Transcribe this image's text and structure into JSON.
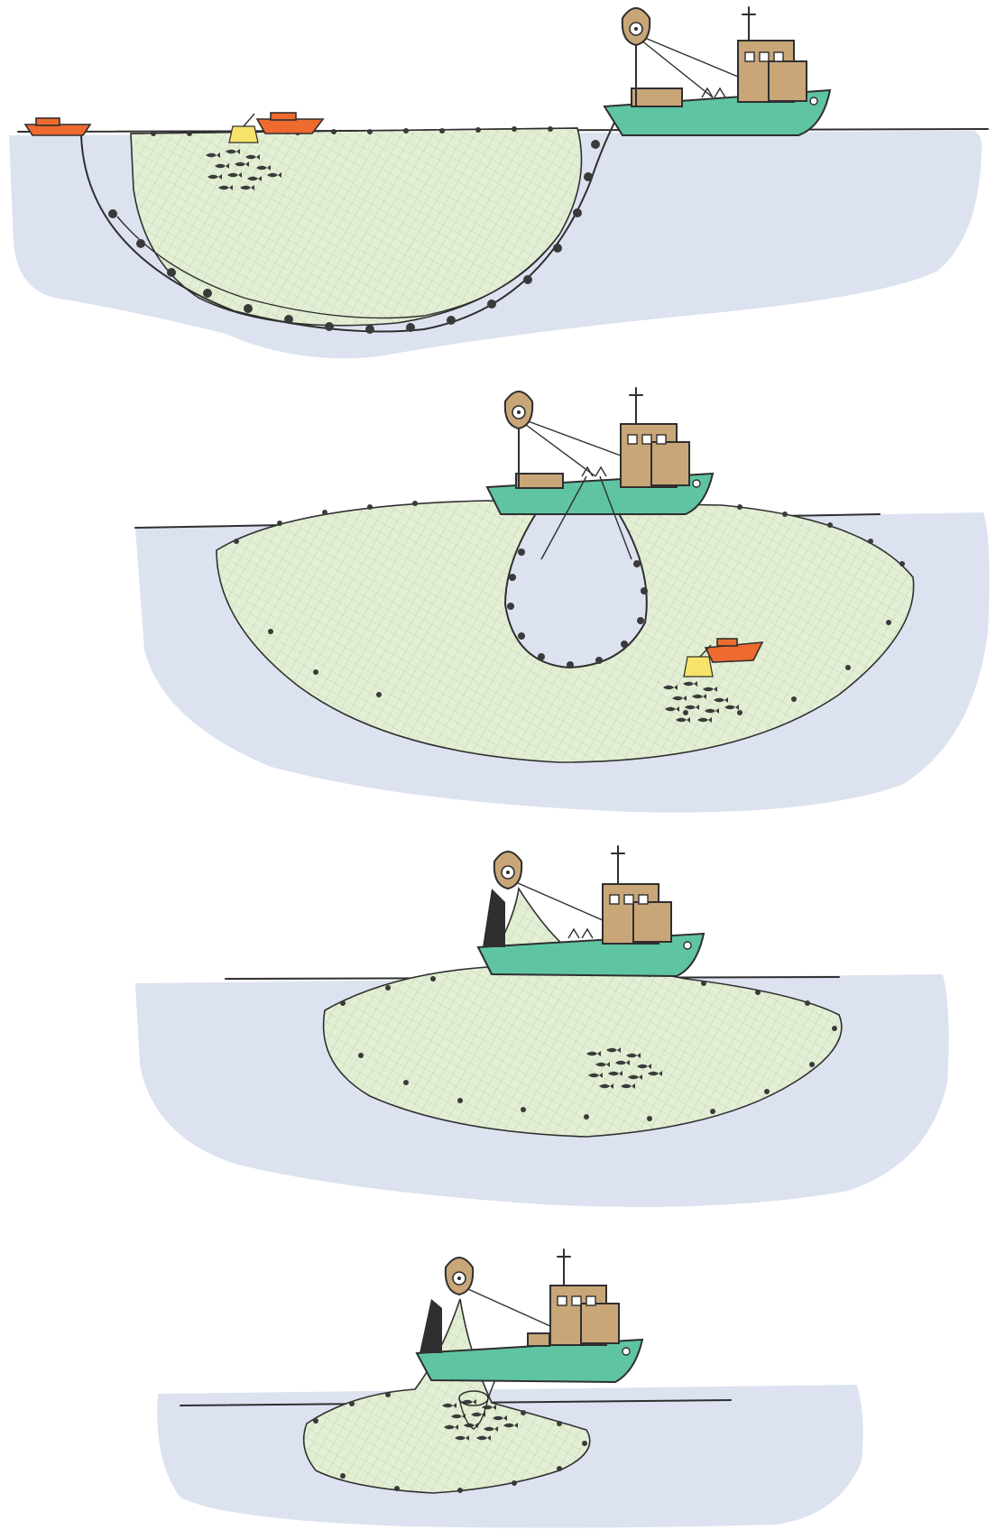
{
  "diagram": {
    "panels": [
      {
        "stage": 1
      },
      {
        "stage": 2
      },
      {
        "stage": 3
      },
      {
        "stage": 4
      }
    ],
    "colors": {
      "water": "#dce2f0",
      "net": "#e3efd4",
      "hull": "#5fc4a2",
      "cabin": "#c8a678",
      "skiff": "#ee6a2e",
      "lamp": "#f7e36a",
      "ink": "#2f2f2f"
    },
    "icons": [
      "purse-seiner-icon",
      "skiff-icon",
      "light-lamp-icon",
      "fish-school-icon",
      "power-block-icon",
      "brail-net-icon"
    ]
  }
}
